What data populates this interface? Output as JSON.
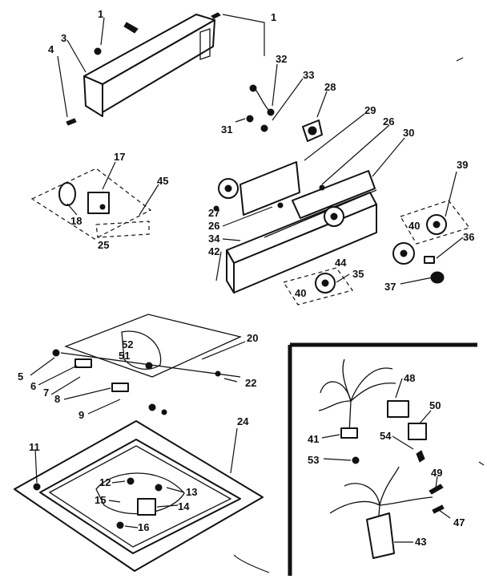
{
  "diagram": {
    "callouts": {
      "c1a": "1",
      "c1b": "1",
      "c3": "3",
      "c4": "4",
      "c32": "32",
      "c33": "33",
      "c28": "28",
      "c31": "31",
      "c29": "29",
      "c26a": "26",
      "c30": "30",
      "c39": "39",
      "c17": "17",
      "c45": "45",
      "c18": "18",
      "c25": "25",
      "c27": "27",
      "c26b": "26",
      "c34": "34",
      "c42": "42",
      "c40a": "40",
      "c36": "36",
      "c44": "44",
      "c35": "35",
      "c37": "37",
      "c40b": "40",
      "c20": "20",
      "c52": "52",
      "c51": "51",
      "c5": "5",
      "c6": "6",
      "c7": "7",
      "c8": "8",
      "c9": "9",
      "c22": "22",
      "c24": "24",
      "c11": "11",
      "c12": "12",
      "c13": "13",
      "c15": "15",
      "c14": "14",
      "c16": "16",
      "c48": "48",
      "c50": "50",
      "c41": "41",
      "c54": "54",
      "c53": "53",
      "c49": "49",
      "c47": "47",
      "c43": "43"
    }
  }
}
